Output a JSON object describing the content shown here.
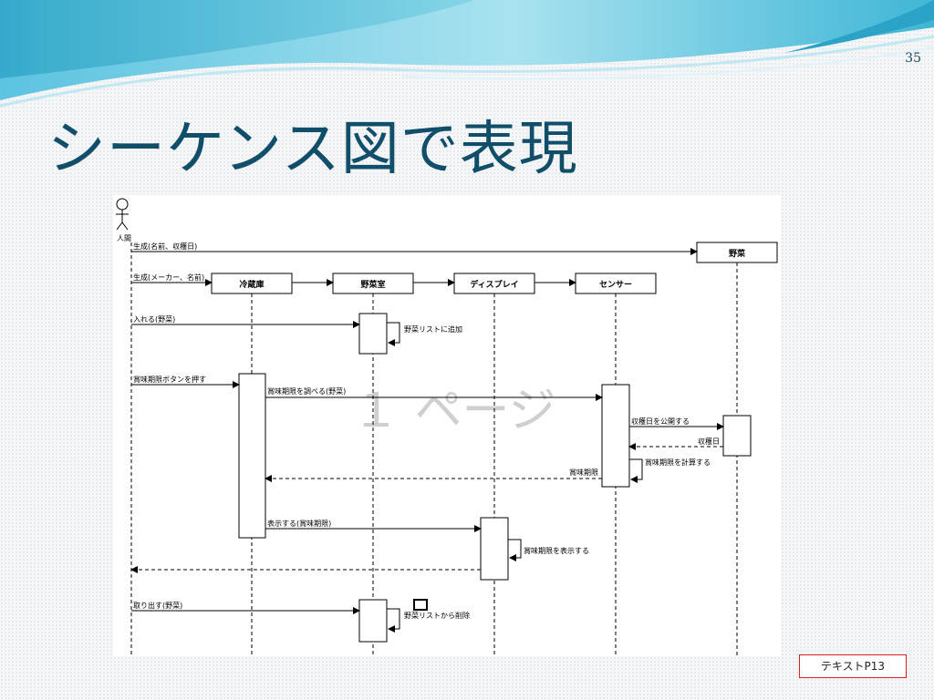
{
  "slide": {
    "number": "35",
    "title": "シーケンス図で表現",
    "note": "テキストP13"
  },
  "diagram": {
    "watermark": "１ ページ",
    "actor": "人間",
    "objects": [
      "冷蔵庫",
      "野菜室",
      "ディスプレイ",
      "センサー"
    ],
    "created_object": "野菜",
    "messages": [
      "生成(名前、収穫日)",
      "生成(メーカー、名前)",
      "入れる(野菜)",
      "野菜リストに追加",
      "賞味期限ボタンを押す",
      "賞味期限を調べる(野菜)",
      "収穫日を公開する",
      "収穫日",
      "賞味期限を計算する",
      "賞味期限",
      "表示する(賞味期限)",
      "賞味期限を表示する",
      "取り出す(野菜)",
      "野菜リストから削除"
    ]
  }
}
